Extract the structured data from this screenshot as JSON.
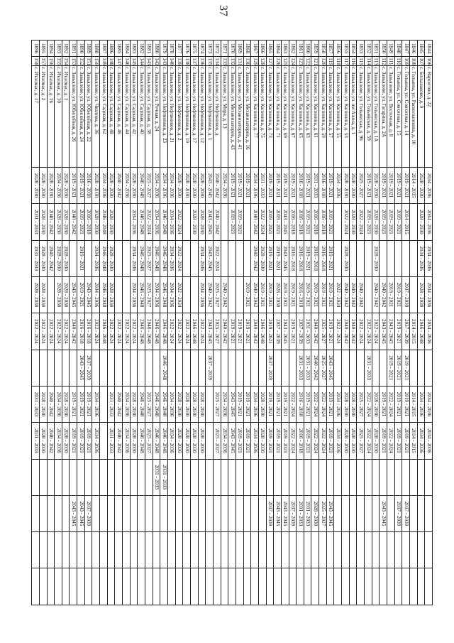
{
  "page_number": "37",
  "rows": [
    {
      "n": "1844",
      "k": "106",
      "addr": "с. Варсегово, д. 22",
      "p": [
        "2034 - 2036",
        "2034 - 2036",
        "2034 - 2036",
        "2034 - 2036",
        "2034 - 2036",
        "",
        "2034 - 2036",
        "2034 - 2036",
        "",
        "",
        "",
        ""
      ]
    },
    {
      "n": "1845",
      "k": "107",
      "addr": "с. Большаково, д. 9",
      "p": [
        "2028 - 2030",
        "2028 - 2030",
        "2034 - 2036",
        "2028 - 2030",
        "2046 - 2048",
        "",
        "2034 - 2036",
        "2034 - 2036",
        "",
        "",
        "",
        ""
      ]
    },
    {
      "n": "1846",
      "k": "108",
      "addr": "с. Гольяны, ул. Раскольникова, д. 10",
      "p": [
        "2014 - 2015",
        "",
        "",
        "",
        "2014 - 2015",
        "",
        "2014 - 2015",
        "2014 - 2015",
        "",
        "",
        "",
        ""
      ]
    },
    {
      "n": "1847",
      "k": "109",
      "addr": "с. Гольяны, ул. Совхозная, д. 14",
      "p": [
        "2019 - 2021",
        "2014 - 2015",
        "",
        "2037 - 2039",
        "2037 - 2039",
        "2019 - 2021",
        "2019 - 2021",
        "2019 - 2021",
        "",
        "2037 - 2039",
        "",
        ""
      ]
    },
    {
      "n": "1848",
      "k": "110",
      "addr": "с. Гольяны, ул. Совхозная, д. 15",
      "p": [
        "2019 - 2021",
        "2019 - 2021",
        "",
        "2019 - 2021",
        "2019 - 2021",
        "2019 - 2021",
        "2019 - 2021",
        "2019 - 2021",
        "",
        "2037 - 2039",
        "",
        ""
      ]
    },
    {
      "n": "1849",
      "k": "111",
      "addr": "с. Завьялово, ул. Восточная, д. 8",
      "p": [
        "2019 - 2021",
        "2019 - 2021",
        "",
        "2019 - 2021",
        "2043 - 2045",
        "2019 - 2021",
        "2022 - 2024",
        "2022 - 2024",
        "",
        "",
        "",
        ""
      ]
    },
    {
      "n": "1850",
      "k": "112",
      "addr": "с. Завьялово, ул. Гагарина, д. 2А",
      "p": [
        "2019 - 2021",
        "2019 - 2021",
        "",
        "2040 - 2042",
        "2043 - 2045",
        "",
        "2019 - 2021",
        "2019 - 2021",
        "",
        "2043 - 2045",
        "",
        ""
      ]
    },
    {
      "n": "1851",
      "k": "113",
      "addr": "с. Завьялово, ул. Гольянская, д. 1А",
      "p": [
        "2028 - 2030",
        "2028 - 2030",
        "2028 - 2030",
        "2040 - 2042",
        "2022 - 2024",
        "",
        "2028 - 2030",
        "2028 - 2030",
        "",
        "",
        "",
        ""
      ]
    },
    {
      "n": "1852",
      "k": "114",
      "addr": "с. Завьялово, ул. Гольянская, д. 59",
      "p": [
        "2019 - 2021",
        "2019 - 2021",
        "",
        "",
        "2022 - 2024",
        "2031 - 2033",
        "2022 - 2024",
        "2022 - 2024",
        "",
        "",
        "",
        ""
      ]
    },
    {
      "n": "1853",
      "k": "115",
      "addr": "с. Завьялово, ул. Гольянская, д. 96",
      "p": [
        "2025 - 2027",
        "2022 - 2024",
        "",
        "2040 - 2042",
        "2022 - 2024",
        "",
        "2025 - 2027",
        "2025 - 2027",
        "",
        "",
        "",
        ""
      ]
    },
    {
      "n": "1854",
      "k": "116",
      "addr": "с. Завьялово, ул. им Азина, д. 1",
      "p": [
        "2028 - 2030",
        "2028 - 2030",
        "",
        "2040 - 2042",
        "2040 - 2042",
        "",
        "2028 - 2030",
        "2028 - 2030",
        "",
        "",
        "",
        ""
      ]
    },
    {
      "n": "1855",
      "k": "117",
      "addr": "с. Завьялово, ул. Калинина, д. 53",
      "p": [
        "2028 - 2030",
        "2022 - 2024",
        "2028 - 2030",
        "2040 - 2042",
        "2040 - 2042",
        "",
        "2028 - 2030",
        "2028 - 2030",
        "",
        "",
        "",
        ""
      ]
    },
    {
      "n": "1856",
      "k": "118",
      "addr": "с. Завьялово, ул. Калинина, д. 55",
      "p": [
        "2034 - 2036",
        "",
        "",
        "2022 - 2024",
        "2022 - 2024",
        "",
        "2034 - 2036",
        "2034 - 2036",
        "",
        "",
        "",
        ""
      ]
    },
    {
      "n": "1857",
      "k": "119",
      "addr": "с. Завьялово, ул. Калинина, д. 57",
      "p": [
        "2019 - 2021",
        "2019 - 2021",
        "2019 - 2021",
        "2019 - 2021",
        "2019 - 2021",
        "2043 - 2045",
        "2019 - 2021",
        "2019 - 2021",
        "",
        "2043 - 2045",
        "",
        ""
      ]
    },
    {
      "n": "1858",
      "k": "120",
      "addr": "с. Завьялово, ул. Калинина, д. 59",
      "p": [
        "2016 - 2018",
        "2016 - 2018",
        "2016 - 2018",
        "2019 - 2021",
        "2025 - 2027",
        "2025 - 2027",
        "2022 - 2024",
        "2022 - 2024",
        "",
        "2025 - 2027",
        "",
        ""
      ]
    },
    {
      "n": "1859",
      "k": "121",
      "addr": "с. Завьялово, ул. Калинина, д. 61",
      "p": [
        "2031 - 2033",
        "2016 - 2018",
        "2016 - 2018",
        "2019 - 2021",
        "2040 - 2042",
        "2040 - 2042",
        "2022 - 2024",
        "2022 - 2024",
        "",
        "2028 - 2030",
        "",
        ""
      ]
    },
    {
      "n": "1860",
      "k": "122",
      "addr": "с. Завьялово, ул. Калинина, д. 63",
      "p": [
        "2019 - 2021",
        "2019 - 2021",
        "2019 - 2021",
        "2019 - 2021",
        "2031 - 2033",
        "2031 - 2033",
        "2019 - 2021",
        "2019 - 2021",
        "",
        "2031 - 2033",
        "",
        ""
      ]
    },
    {
      "n": "1861",
      "k": "123",
      "addr": "с. Завьялово, ул. Калинина, д. 65",
      "p": [
        "2016 - 2018",
        "2016 - 2018",
        "2016 - 2018",
        "2016 - 2018",
        "2037 - 2039",
        "2031 - 2033",
        "2016 - 2018",
        "2016 - 2018",
        "",
        "2031 - 2033",
        "",
        ""
      ]
    },
    {
      "n": "1862",
      "k": "124",
      "addr": "с. Завьялово, ул. Калинина, д. 67",
      "p": [
        "2019 - 2021",
        "2016 - 2018",
        "2016 - 2018",
        "2019 - 2021",
        "2019 - 2021",
        "",
        "2022 - 2024",
        "2022 - 2024",
        "",
        "2037 - 2039",
        "",
        ""
      ]
    },
    {
      "n": "1863",
      "k": "125",
      "addr": "с. Завьялово, ул. Калинина, д. 69",
      "p": [
        "2019 - 2021",
        "2043 - 2045",
        "2043 - 2045",
        "2019 - 2021",
        "2043 - 2045",
        "",
        "2019 - 2021",
        "2019 - 2021",
        "",
        "2043 - 2045",
        "",
        ""
      ]
    },
    {
      "n": "1864",
      "k": "126",
      "addr": "с. Завьялово, ул. Калинина, д. 71",
      "p": [
        "2019 - 2021",
        "2019 - 2021",
        "2019 - 2021",
        "2028 - 2030",
        "2037 - 2039",
        "",
        "2019 - 2021",
        "2019 - 2021",
        "",
        "2043 - 2045",
        "",
        ""
      ]
    },
    {
      "n": "1865",
      "k": "127",
      "addr": "с. Завьялово, ул. Калинина, д. 73",
      "p": [
        "2019 - 2021",
        "2019 - 2021",
        "2019 - 2021",
        "2019 - 2021",
        "2019 - 2021",
        "2037 - 2039",
        "2019 - 2021",
        "2019 - 2021",
        "",
        "2037 - 2039",
        "",
        ""
      ]
    },
    {
      "n": "1866",
      "k": "128",
      "addr": "с. Завьялово, ул. Калинина, д. 75",
      "p": [
        "2031 - 2033",
        "2022 - 2024",
        "2028 - 2030",
        "2019 - 2021",
        "2046 - 2048",
        "",
        "2028 - 2030",
        "2028 - 2030",
        "",
        "",
        "",
        ""
      ]
    },
    {
      "n": "1867",
      "k": "129",
      "addr": "с. Завьялово, ул. Калинина, д. 77",
      "p": [
        "2034 - 2036",
        "2040 - 2042",
        "2040 - 2042",
        "2040 - 2042",
        "2040 - 2042",
        "",
        "2034 - 2036",
        "2034 - 2036",
        "",
        "",
        "",
        ""
      ]
    },
    {
      "n": "1868",
      "k": "130",
      "addr": "с. Завьялово, ул. Механизаторов, д. 16",
      "p": [
        "2019 - 2021",
        "",
        "",
        "2019 - 2021",
        "2019 - 2021",
        "",
        "2019 - 2021",
        "2019 - 2021",
        "",
        "",
        "",
        ""
      ]
    },
    {
      "n": "1869",
      "k": "131",
      "addr": "с. Завьялово, ул. Механизаторов, д. 41",
      "p": [
        "2019 - 2021",
        "2019 - 2021",
        "",
        "",
        "2019 - 2021",
        "",
        "2019 - 2021",
        "2019 - 2021",
        "",
        "",
        "",
        ""
      ]
    },
    {
      "n": "1870",
      "k": "132",
      "addr": "с. Завьялово, ул. Механизаторов, д. 43",
      "p": [
        "2019 - 2021",
        "2019 - 2021",
        "",
        "",
        "2019 - 2021",
        "",
        "2043 - 2045",
        "2043 - 2045",
        "",
        "",
        "",
        ""
      ]
    },
    {
      "n": "1871",
      "k": "133",
      "addr": "с. Завьялово, ул. Мира, д. 13",
      "p": [
        "2034 - 2036",
        "",
        "",
        "2040 - 2042",
        "2040 - 2042",
        "",
        "2034 - 2036",
        "2034 - 2036",
        "",
        "",
        "",
        ""
      ]
    },
    {
      "n": "1872",
      "k": "134",
      "addr": "с. Завьялово, ул. Нефтяников, д.",
      "p": [
        "2040 - 2042",
        "2040 - 2042",
        "2022 - 2024",
        "2025 - 2027",
        "2025 - 2027",
        "",
        "2025 - 2027",
        "2025 - 2027",
        "",
        "",
        "",
        ""
      ]
    },
    {
      "n": "1873",
      "k": "135",
      "addr": "с. Завьялово, ул. Нефтяников, д. 1",
      "p": [
        "2043 - 2045",
        "2043 - 2045",
        "2043 - 2045",
        "2040 - 2042",
        "2043 - 2045",
        "2037 - 2039",
        "",
        "",
        "",
        "",
        "",
        ""
      ]
    },
    {
      "n": "1874",
      "k": "136",
      "addr": "с. Завьялово, ул. Нефтяников, д. 12",
      "p": [
        "2028 - 2030",
        "2028 - 2030",
        "2034 - 2036",
        "2034 - 2036",
        "2022 - 2024",
        "",
        "2028 - 2030",
        "2028 - 2030",
        "",
        "",
        "",
        ""
      ]
    },
    {
      "n": "1875",
      "k": "137",
      "addr": "с. Завьялово, ул. Нефтяников, д. 17",
      "p": [
        "2028 - 2030",
        "2028 - 2030",
        "",
        "",
        "2046 - 2048",
        "",
        "2028 - 2030",
        "2028 - 2030",
        "",
        "",
        "",
        ""
      ]
    },
    {
      "n": "1876",
      "k": "138",
      "addr": "с. Завьялово, ул. Нефтяников, д. 19",
      "p": [
        "2028 - 2030",
        "",
        "",
        "",
        "2022 - 2024",
        "",
        "2028 - 2030",
        "2028 - 2030",
        "",
        "",
        "",
        ""
      ]
    },
    {
      "n": "1877",
      "k": "139",
      "addr": "с. Завьялово, ул. Нефтяников, д. 2",
      "p": [
        "2028 - 2030",
        "2022 - 2024",
        "2022 - 2024",
        "2022 - 2024",
        "2022 - 2024",
        "",
        "2028 - 2030",
        "2028 - 2030",
        "",
        "",
        "",
        ""
      ]
    },
    {
      "n": "1878",
      "k": "140",
      "addr": "с. Завьялово, ул. Нефтяников, д. 21",
      "p": [
        "2034 - 2036",
        "2034 - 2036",
        "2034 - 2036",
        "2034 - 2036",
        "2022 - 2024",
        "",
        "2034 - 2036",
        "2034 - 2036",
        "",
        "",
        "",
        ""
      ]
    },
    {
      "n": "1879",
      "k": "141",
      "addr": "с. Завьялово, ул. Нефтяников, д. 23",
      "p": [
        "2034 - 2036",
        "2046 - 2048",
        "2046 - 2048",
        "2046 - 2048",
        "2046 - 2048",
        "2046 - 2048",
        "2046 - 2048",
        "2046 - 2048",
        "2031 - 2033",
        "",
        "",
        ""
      ]
    },
    {
      "n": "1880",
      "k": "142",
      "addr": "с. Завьялово, ул. Речная, д. 24",
      "p": [
        "2034 - 2036",
        "2034 - 2036",
        "2046 - 2048",
        "2034 - 2036",
        "2046 - 2048",
        "",
        "2046 - 2048",
        "2046 - 2048",
        "2031 - 2033",
        "",
        "",
        ""
      ]
    },
    {
      "n": "1881",
      "k": "143",
      "addr": "с. Завьялово, ул. Садовая, д. 38",
      "p": [
        "2025 - 2027",
        "2022 - 2024",
        "2025 - 2027",
        "2025 - 2027",
        "2046 - 2048",
        "",
        "2025 - 2027",
        "2025 - 2027",
        "",
        "",
        "",
        ""
      ]
    },
    {
      "n": "1882",
      "k": "144",
      "addr": "с. Завьялово, ул. Садовая, д. 40",
      "p": [
        "2046 - 2048",
        "2046 - 2048",
        "2046 - 2048",
        "2046 - 2048",
        "2046 - 2048",
        "",
        "2046 - 2048",
        "2046 - 2048",
        "",
        "",
        "",
        ""
      ]
    },
    {
      "n": "1883",
      "k": "145",
      "addr": "с. Завьялово, ул. Садовая, д. 42",
      "p": [
        "2028 - 2030",
        "2034 - 2036",
        "2034 - 2036",
        "2034 - 2036",
        "2022 - 2024",
        "",
        "2028 - 2030",
        "2028 - 2030",
        "",
        "",
        "",
        ""
      ]
    },
    {
      "n": "1884",
      "k": "146",
      "addr": "с. Завьялово, ул. Садовая, д. 44",
      "p": [
        "2034 - 2036",
        "",
        "",
        "",
        "2022 - 2024",
        "",
        "2034 - 2036",
        "2034 - 2036",
        "",
        "",
        "",
        ""
      ]
    },
    {
      "n": "1885",
      "k": "147",
      "addr": "с. Завьялово, ул. Садовая, д. 46",
      "p": [
        "2040 - 2042",
        "",
        "",
        "",
        "2022 - 2024",
        "",
        "2040 - 2042",
        "2040 - 2042",
        "",
        "",
        "",
        ""
      ]
    },
    {
      "n": "1886",
      "k": "148",
      "addr": "с. Завьялово, ул. Садовая, д. 48",
      "p": [
        "2028 - 2030",
        "2028 - 2030",
        "2028 - 2030",
        "2028 - 2030",
        "2022 - 2024",
        "",
        "2031 - 2033",
        "2031 - 2033",
        "",
        "",
        "",
        ""
      ]
    },
    {
      "n": "1887",
      "k": "149",
      "addr": "с. Завьялово, ул. Садовая, д. 62",
      "p": [
        "2034 - 2036",
        "2046 - 2048",
        "2046 - 2048",
        "2046 - 2048",
        "2046 - 2048",
        "",
        "",
        "",
        "",
        "",
        "",
        ""
      ]
    },
    {
      "n": "1888",
      "k": "150",
      "addr": "с. Завьялово, ул. Чкалова, д. 36",
      "p": [
        "2028 - 2030",
        "2028 - 2030",
        "2034 - 2036",
        "2034 - 2036",
        "2022 - 2024",
        "",
        "2034 - 2036",
        "2034 - 2036",
        "",
        "",
        "",
        ""
      ]
    },
    {
      "n": "1889",
      "k": "151",
      "addr": "с. Завьялово, ул. Юбилейная, д. 22",
      "p": [
        "2016 - 2018",
        "2016 - 2018",
        "",
        "2043 - 2045",
        "2016 - 2018",
        "2037 - 2039",
        "2019 - 2021",
        "2019 - 2021",
        "",
        "2037 - 2039",
        "",
        ""
      ]
    },
    {
      "n": "1890",
      "k": "152",
      "addr": "с. Завьялово, ул. Юбилейная, д. 24",
      "p": [
        "2019 - 2021",
        "2019 - 2021",
        "2019 - 2021",
        "2019 - 2021",
        "2016 - 2018",
        "2043 - 2045",
        "2019 - 2021",
        "2019 - 2021",
        "",
        "2043 - 2045",
        "",
        ""
      ]
    },
    {
      "n": "1891",
      "k": "153",
      "addr": "с. Завьялово, ул. Юбилейная, д. 26",
      "p": [
        "2019 - 2021",
        "2040 - 2042",
        "",
        "2043 - 2045",
        "2040 - 2042",
        "",
        "2019 - 2021",
        "2019 - 2021",
        "",
        "2043 - 2045",
        "",
        ""
      ]
    },
    {
      "n": "1892",
      "k": "154",
      "addr": "с. Италмас, д. 1",
      "p": [
        "2028 - 2030",
        "2028 - 2030",
        "2028 - 2030",
        "2028 - 2030",
        "2022 - 2024",
        "",
        "2028 - 2030",
        "2028 - 2030",
        "",
        "",
        "",
        ""
      ]
    },
    {
      "n": "1893",
      "k": "155",
      "addr": "с. Италмас, д. 10",
      "p": [
        "2034 - 2036",
        "2028 - 2030",
        "2028 - 2030",
        "2028 - 2030",
        "2022 - 2024",
        "",
        "2034 - 2036",
        "2034 - 2036",
        "",
        "",
        "",
        ""
      ]
    },
    {
      "n": "1894",
      "k": "156",
      "addr": "с. Италмас, д. 16",
      "p": [
        "2028 - 2030",
        "2040 - 2042",
        "2040 - 2042",
        "",
        "2022 - 2024",
        "",
        "2040 - 2042",
        "2040 - 2042",
        "",
        "",
        "",
        ""
      ]
    },
    {
      "n": "1895",
      "k": "157",
      "addr": "с. Италмас, д. 2",
      "p": [
        "2028 - 2030",
        "2028 - 2030",
        "2028 - 2030",
        "2028 - 2030",
        "2022 - 2024",
        "",
        "2028 - 2030",
        "2028 - 2030",
        "",
        "",
        "",
        ""
      ]
    },
    {
      "n": "1896",
      "k": "158",
      "addr": "с. Италмас, д. 17",
      "p": [
        "2028 - 2030",
        "2031 - 2033",
        "2031 - 2033",
        "2028 - 2030",
        "2022 - 2024",
        "",
        "2031 - 2033",
        "2031 - 2033",
        "",
        "",
        "",
        ""
      ]
    }
  ]
}
